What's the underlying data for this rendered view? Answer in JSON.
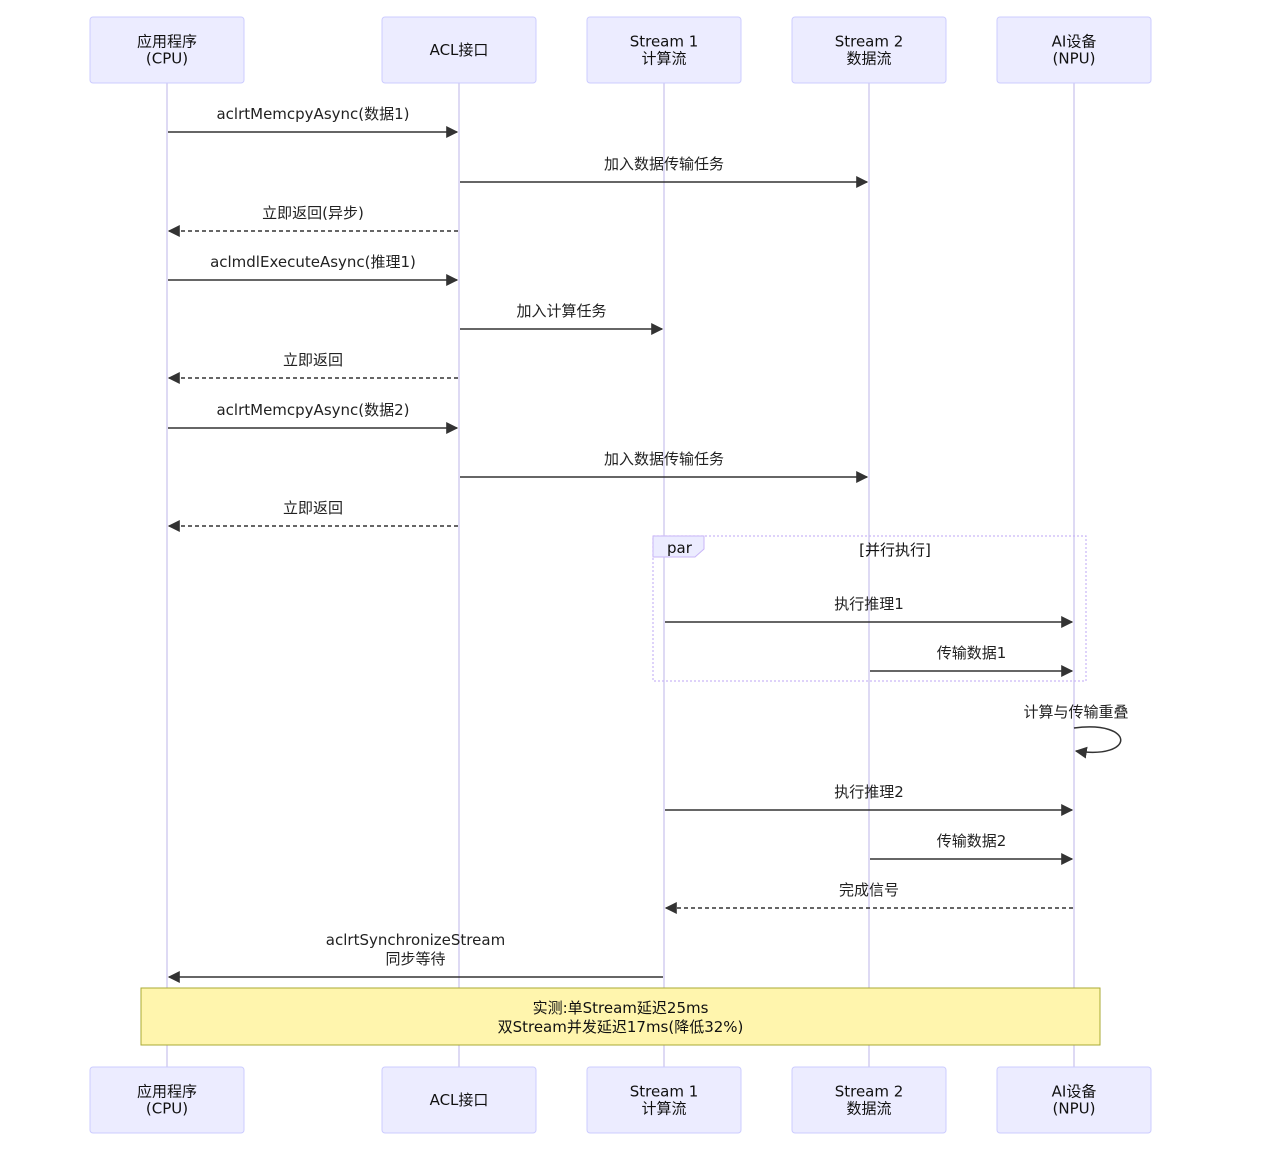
{
  "participants": [
    {
      "id": "app",
      "lines": [
        "应用程序",
        "(CPU)"
      ]
    },
    {
      "id": "acl",
      "lines": [
        "ACL接口"
      ]
    },
    {
      "id": "s1",
      "lines": [
        "Stream 1",
        "计算流"
      ]
    },
    {
      "id": "s2",
      "lines": [
        "Stream 2",
        "数据流"
      ]
    },
    {
      "id": "npu",
      "lines": [
        "AI设备",
        "(NPU)"
      ]
    }
  ],
  "messages": [
    {
      "from": "app",
      "to": "acl",
      "lines": [
        "aclrtMemcpyAsync(数据1)"
      ],
      "style": "solid"
    },
    {
      "from": "acl",
      "to": "s2",
      "lines": [
        "加入数据传输任务"
      ],
      "style": "solid"
    },
    {
      "from": "acl",
      "to": "app",
      "lines": [
        "立即返回(异步)"
      ],
      "style": "dashed"
    },
    {
      "from": "app",
      "to": "acl",
      "lines": [
        "aclmdlExecuteAsync(推理1)"
      ],
      "style": "solid"
    },
    {
      "from": "acl",
      "to": "s1",
      "lines": [
        "加入计算任务"
      ],
      "style": "solid"
    },
    {
      "from": "acl",
      "to": "app",
      "lines": [
        "立即返回"
      ],
      "style": "dashed"
    },
    {
      "from": "app",
      "to": "acl",
      "lines": [
        "aclrtMemcpyAsync(数据2)"
      ],
      "style": "solid"
    },
    {
      "from": "acl",
      "to": "s2",
      "lines": [
        "加入数据传输任务"
      ],
      "style": "solid"
    },
    {
      "from": "acl",
      "to": "app",
      "lines": [
        "立即返回"
      ],
      "style": "dashed"
    },
    {
      "from": "s1",
      "to": "npu",
      "lines": [
        "执行推理1"
      ],
      "style": "solid"
    },
    {
      "from": "s2",
      "to": "npu",
      "lines": [
        "传输数据1"
      ],
      "style": "solid"
    },
    {
      "from": "npu",
      "to": "npu",
      "lines": [
        "计算与传输重叠"
      ],
      "style": "solid"
    },
    {
      "from": "s1",
      "to": "npu",
      "lines": [
        "执行推理2"
      ],
      "style": "solid"
    },
    {
      "from": "s2",
      "to": "npu",
      "lines": [
        "传输数据2"
      ],
      "style": "solid"
    },
    {
      "from": "npu",
      "to": "s1",
      "lines": [
        "完成信号"
      ],
      "style": "dashed"
    },
    {
      "from": "s1",
      "to": "app",
      "lines": [
        "aclrtSynchronizeStream",
        "同步等待"
      ],
      "style": "solid"
    }
  ],
  "par_block": {
    "keyword": "par",
    "condition": "[并行执行]"
  },
  "note": {
    "lines": [
      "实测:单Stream延迟25ms",
      "双Stream并发延迟17ms(降低32%)"
    ]
  },
  "colors": {
    "actor_fill": "#ececff",
    "actor_border": "#ccccff",
    "lifeline": "#d3cef1",
    "arrow": "#333333",
    "note_fill": "#fff5ad",
    "note_border": "#aaaa33",
    "par_border": "#c9b6f7"
  }
}
